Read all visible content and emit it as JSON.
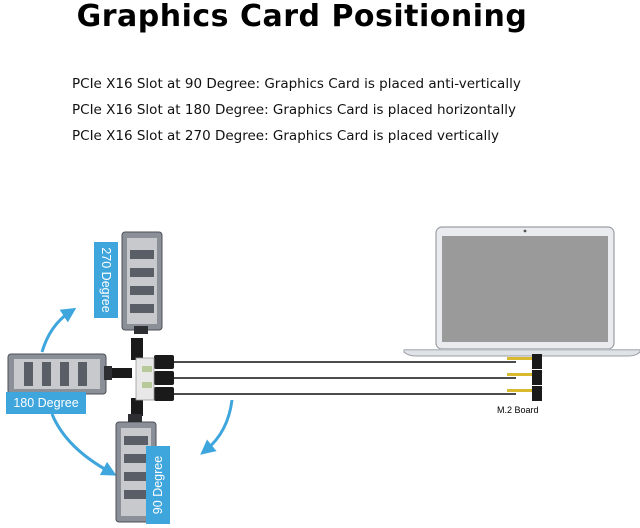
{
  "title": "Graphics Card Positioning",
  "descriptions": [
    "PCIe X16 Slot at 90 Degree: Graphics Card is placed anti-vertically",
    "PCIe X16 Slot at 180 Degree: Graphics Card is placed horizontally",
    "PCIe X16 Slot at 270 Degree: Graphics Card is placed vertically"
  ],
  "labels": {
    "deg270": "270 Degree",
    "deg180": "180 Degree",
    "deg90": "90 Degree",
    "board": "M.2 Board"
  },
  "colors": {
    "accent": "#3ea5dd",
    "cable": "#111111"
  }
}
